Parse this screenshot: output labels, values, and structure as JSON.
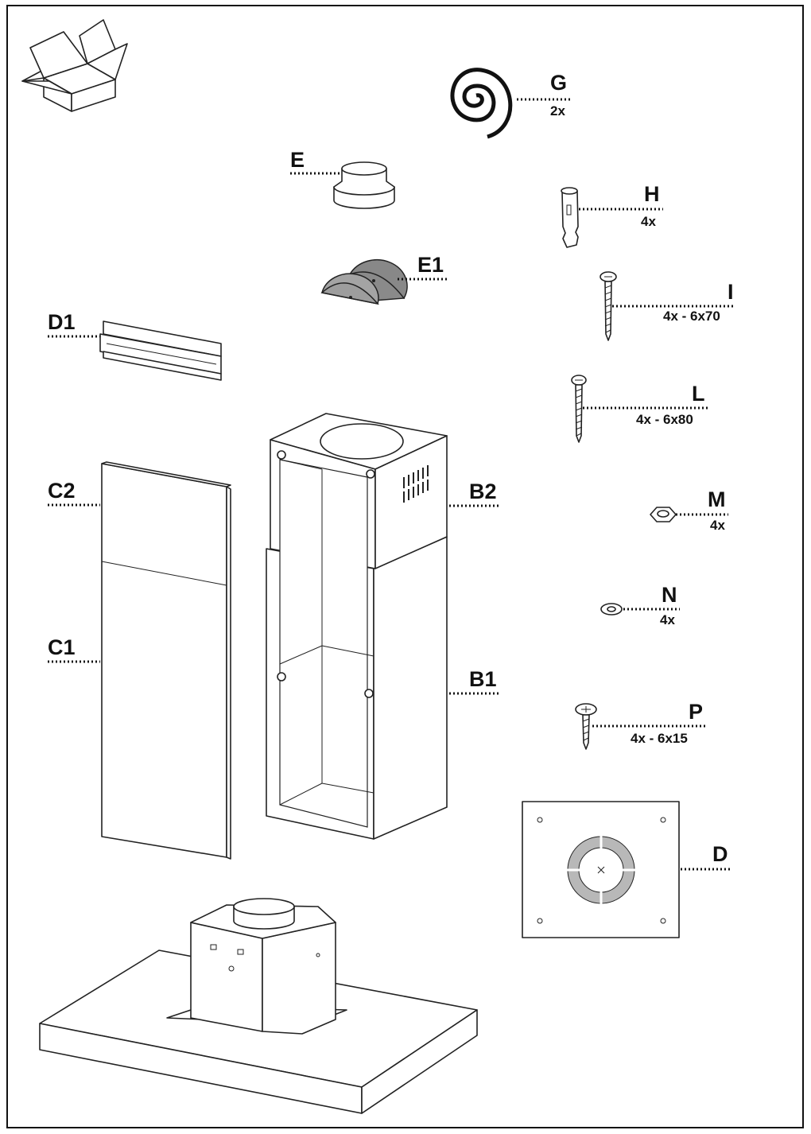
{
  "parts": {
    "G": {
      "code": "G",
      "qty": "2x"
    },
    "E": {
      "code": "E"
    },
    "H": {
      "code": "H",
      "qty": "4x"
    },
    "E1": {
      "code": "E1"
    },
    "I": {
      "code": "I",
      "qty": "4x - 6x70"
    },
    "D1": {
      "code": "D1"
    },
    "L": {
      "code": "L",
      "qty": "4x - 6x80"
    },
    "C2": {
      "code": "C2"
    },
    "B2": {
      "code": "B2"
    },
    "M": {
      "code": "M",
      "qty": "4x"
    },
    "N": {
      "code": "N",
      "qty": "4x"
    },
    "C1": {
      "code": "C1"
    },
    "B1": {
      "code": "B1"
    },
    "P": {
      "code": "P",
      "qty": "4x - 6x15"
    },
    "D": {
      "code": "D"
    }
  },
  "icons": [
    "open-box-icon"
  ],
  "colors": {
    "line": "#111111",
    "grey_part": "#9a9a9a",
    "ring": "#b8b8b8"
  }
}
